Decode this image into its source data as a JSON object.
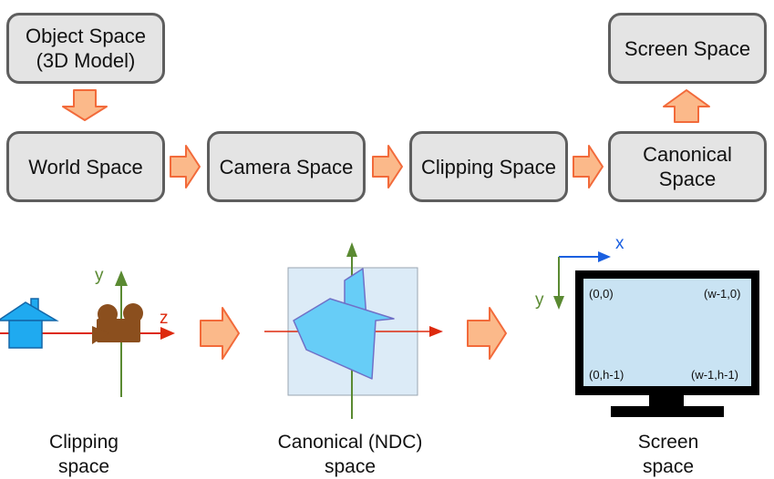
{
  "pipeline": {
    "object_space": "Object Space\n(3D Model)",
    "world_space": "World Space",
    "camera_space": "Camera Space",
    "clipping_space": "Clipping Space",
    "canonical_space": "Canonical\nSpace",
    "screen_space": "Screen Space"
  },
  "scenes": {
    "clipping": {
      "caption": "Clipping\nspace",
      "axis_y": "y",
      "axis_z": "z"
    },
    "canonical": {
      "caption": "Canonical (NDC)\nspace"
    },
    "screen": {
      "caption": "Screen\nspace",
      "axis_x": "x",
      "axis_y": "y",
      "corner_tl": "(0,0)",
      "corner_tr": "(w-1,0)",
      "corner_bl": "(0,h-1)",
      "corner_br": "(w-1,h-1)"
    }
  },
  "colors": {
    "box_fill": "#e4e4e4",
    "box_border": "#5e5e5e",
    "arrow_fill": "#fbb98a",
    "arrow_stroke": "#f26a3a",
    "axis_green": "#5a8a32",
    "axis_red": "#dd2a0e",
    "axis_blue": "#1a5fe0",
    "house_blue": "#1faaf0",
    "camera_brown": "#8b4f1e",
    "ndc_fill": "#dcebf7",
    "shape_fill": "#67cdf7",
    "screen_fill": "#c9e3f3"
  },
  "icons": [
    "house-icon",
    "camera-icon",
    "monitor-icon"
  ]
}
